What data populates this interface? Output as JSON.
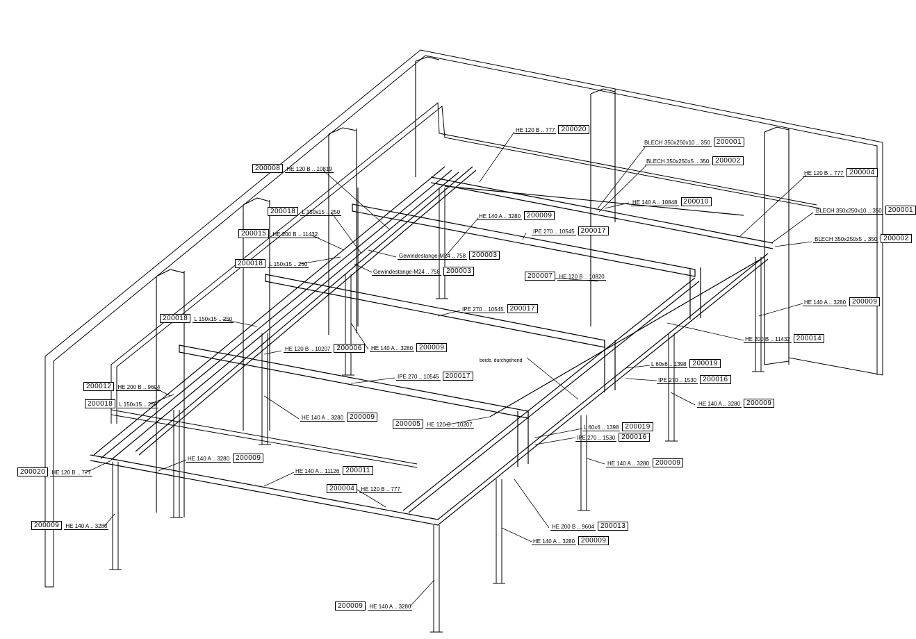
{
  "title": "Steel platform isometric drawing",
  "note": "beids. durchgehend",
  "labels": [
    {
      "text": "HE 120 B .. 777",
      "id": "200020"
    },
    {
      "text": "HE 120 B .. 10819",
      "id": "200008"
    },
    {
      "text": "BLECH 350x250x10 .. 350",
      "id": "200001"
    },
    {
      "text": "BLECH 350x250x5 .. 350",
      "id": "200002"
    },
    {
      "text": "HE 120 B .. 777",
      "id": "200004"
    },
    {
      "text": "L 150x15 .. 250",
      "id": "200018"
    },
    {
      "text": "HE 140 A .. 3280",
      "id": "200009"
    },
    {
      "text": "HE 140 A .. 10848",
      "id": "200010"
    },
    {
      "text": "BLECH 350x250x10 .. 350",
      "id": "200001"
    },
    {
      "text": "IPE 270 .. 10545",
      "id": "200017"
    },
    {
      "text": "HE 200 B .. 11432",
      "id": "200015"
    },
    {
      "text": "BLECH 350x250x5 .. 350",
      "id": "200002"
    },
    {
      "text": "Gewindestange-M24 .. 758",
      "id": "200003"
    },
    {
      "text": "L 150x15 .. 250",
      "id": "200018"
    },
    {
      "text": "Gewindestange-M24 .. 758",
      "id": "200003"
    },
    {
      "text": "HE 120 B .. 10820",
      "id": "200007"
    },
    {
      "text": "IPE 270 .. 10545",
      "id": "200017"
    },
    {
      "text": "HE 140 A .. 3280",
      "id": "200009"
    },
    {
      "text": "L 150x15 .. 250",
      "id": "200018"
    },
    {
      "text": "HE 200 B .. 11432",
      "id": "200014"
    },
    {
      "text": "HE 120 B .. 10207",
      "id": "200006"
    },
    {
      "text": "HE 140 A .. 3280",
      "id": "200009"
    },
    {
      "text": "L 60x6 .. 1398",
      "id": "200019"
    },
    {
      "text": "IPE 270 .. 10545",
      "id": "200017"
    },
    {
      "text": "IPE 270 .. 1530",
      "id": "200016"
    },
    {
      "text": "HE 200 B .. 9604",
      "id": "200012"
    },
    {
      "text": "L 150x15 .. 250",
      "id": "200018"
    },
    {
      "text": "HE 140 A .. 3280",
      "id": "200009"
    },
    {
      "text": "HE 140 A .. 3280",
      "id": "200009"
    },
    {
      "text": "HE 120 B .. 10207",
      "id": "200005"
    },
    {
      "text": "L 60x6 .. 1398",
      "id": "200019"
    },
    {
      "text": "IPE 270 .. 1530",
      "id": "200016"
    },
    {
      "text": "HE 140 A .. 3280",
      "id": "200009"
    },
    {
      "text": "HE 140 A .. 3280",
      "id": "200009"
    },
    {
      "text": "HE 120 B .. 777",
      "id": "200020"
    },
    {
      "text": "HE 140 A .. 11126",
      "id": "200011"
    },
    {
      "text": "HE 120 B .. 777",
      "id": "200004"
    },
    {
      "text": "HE 140 A .. 3280",
      "id": "200009"
    },
    {
      "text": "HE 200 B .. 9604",
      "id": "200013"
    },
    {
      "text": "HE 140 A .. 3280",
      "id": "200009"
    },
    {
      "text": "HE 140 A .. 3280",
      "id": "200009"
    }
  ]
}
